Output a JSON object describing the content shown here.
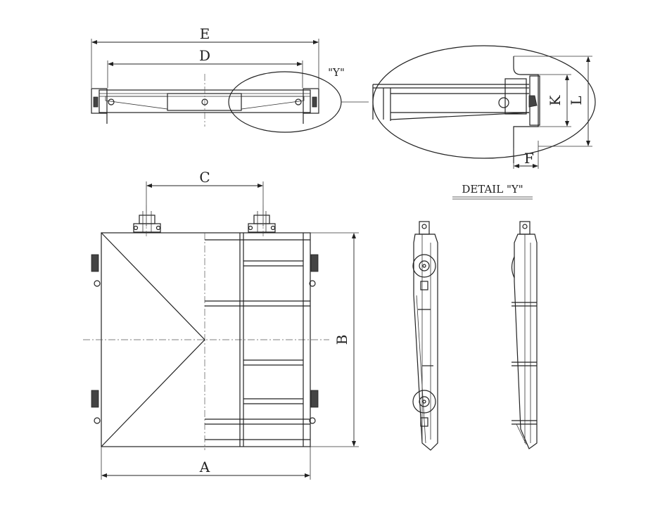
{
  "dimension_labels": {
    "a": "A",
    "b": "B",
    "c": "C",
    "d": "D",
    "e": "E",
    "f": "F",
    "k": "K",
    "l": "L"
  },
  "detail": {
    "marker": "\"Y\"",
    "caption": "DETAIL \"Y\""
  }
}
